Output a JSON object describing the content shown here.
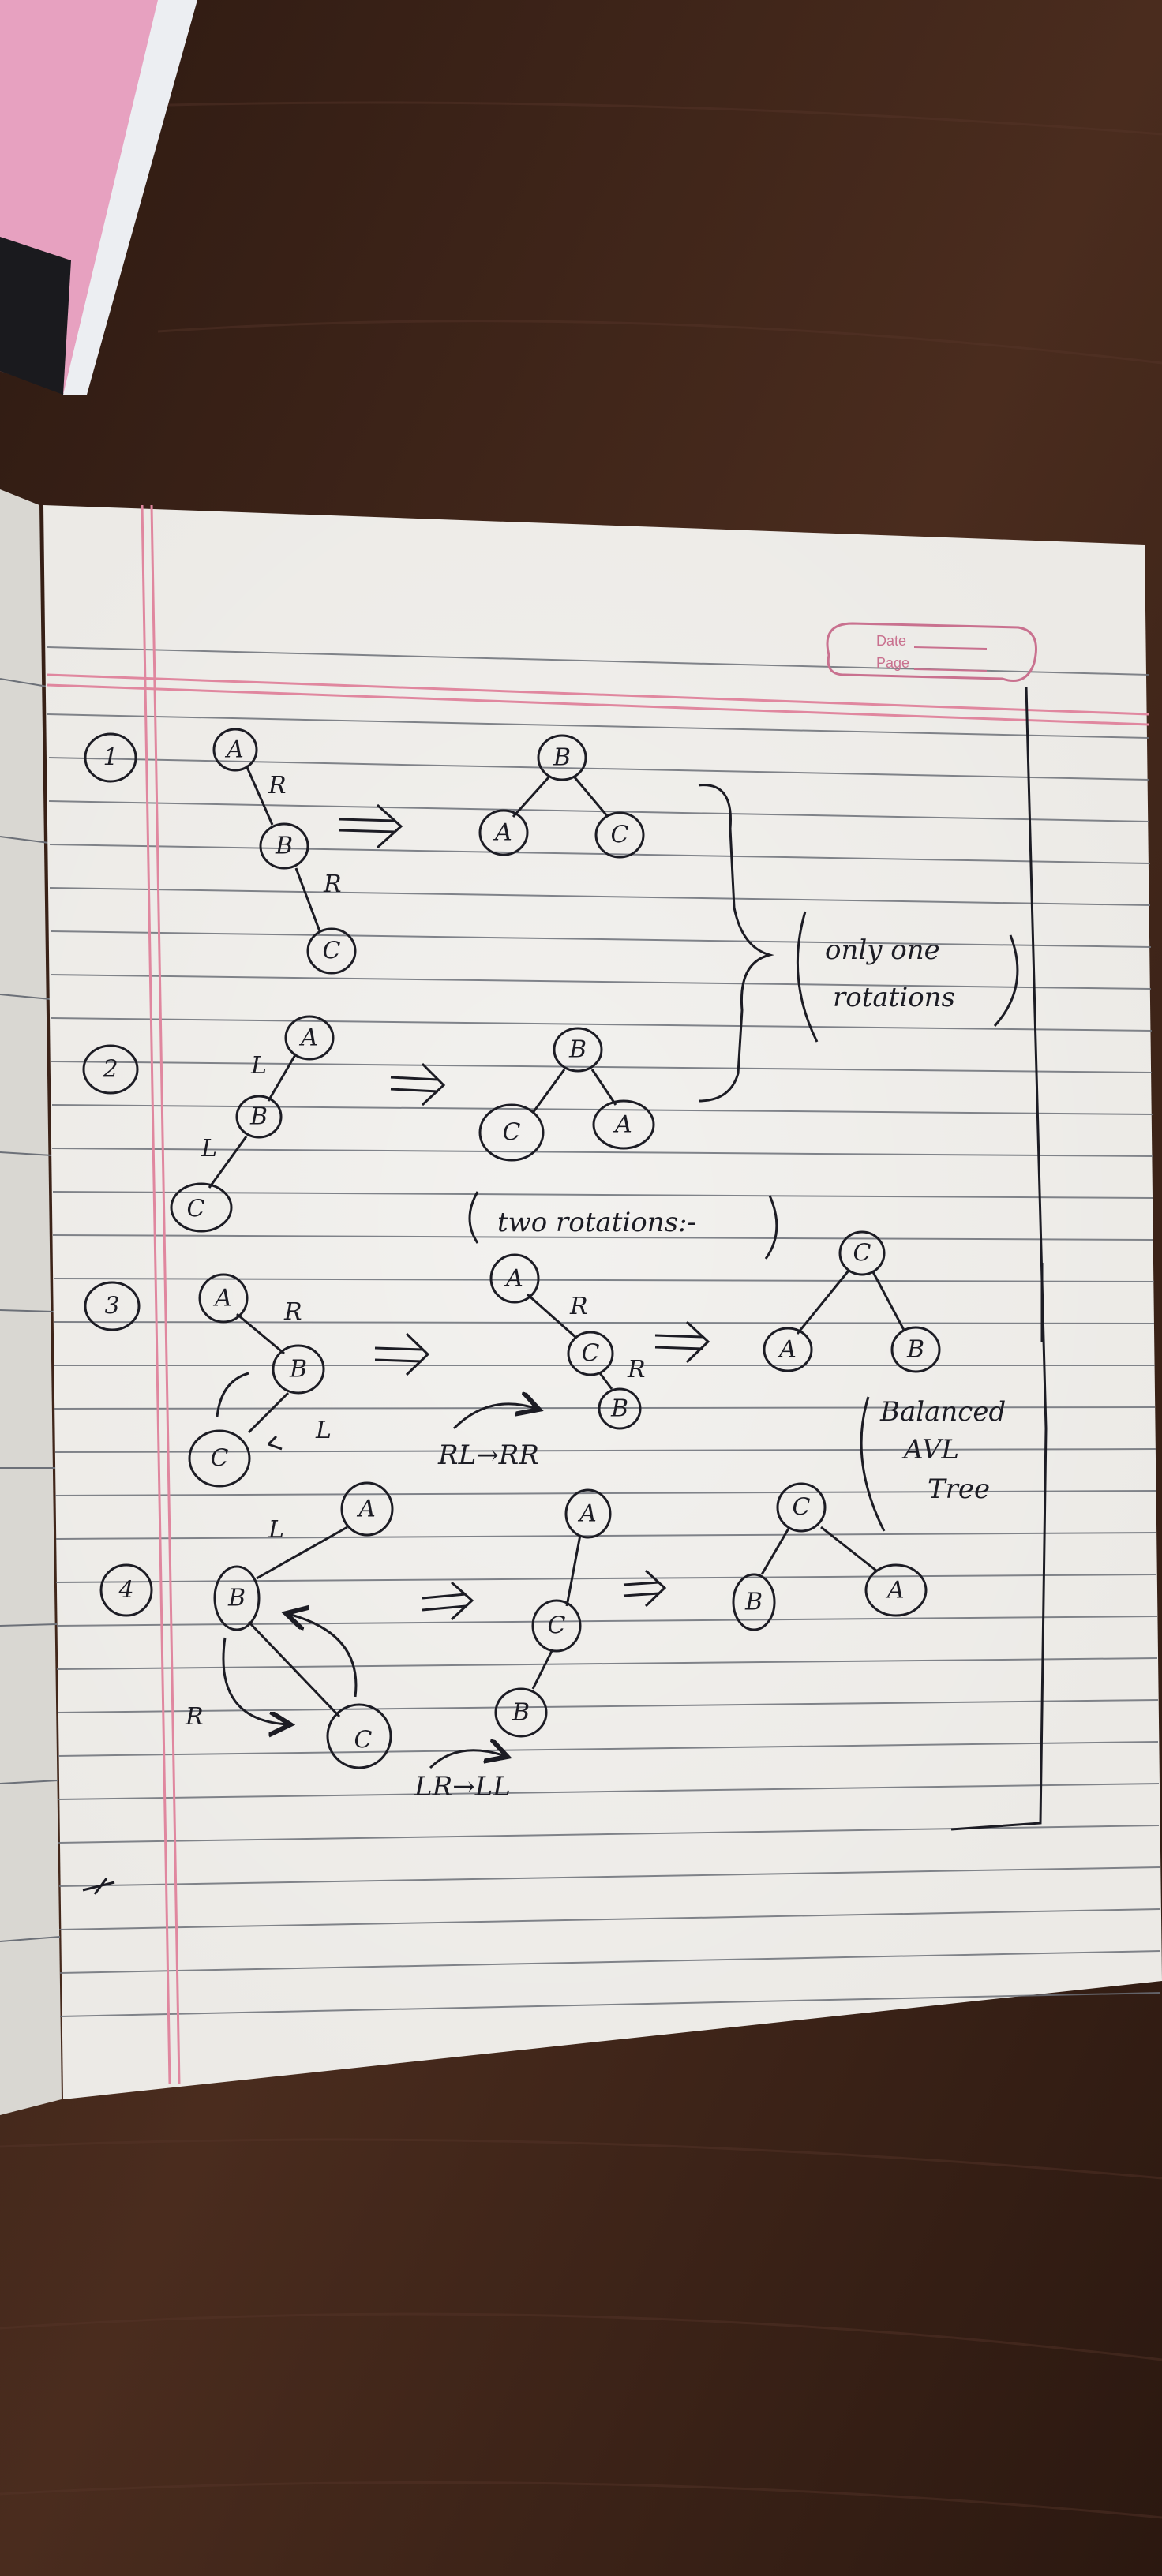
{
  "header": {
    "date_label": "Date",
    "page_label": "Page"
  },
  "colors": {
    "ink": "#1c1c24",
    "desk": "#3b2419",
    "paper": "#eceae6",
    "rule_line": "#6c7078",
    "margin_line": "#e0879f",
    "notebook_pink": "#e7a1c0"
  },
  "examples": [
    {
      "number": "1",
      "before": {
        "nodes": [
          "A",
          "B",
          "C"
        ],
        "edge_labels": [
          "R",
          "R"
        ]
      },
      "after": {
        "root": "B",
        "left": "A",
        "right": "C"
      }
    },
    {
      "number": "2",
      "before": {
        "nodes": [
          "A",
          "B",
          "C"
        ],
        "edge_labels": [
          "L",
          "L"
        ]
      },
      "after": {
        "root": "B",
        "left": "C",
        "right": "A"
      }
    },
    {
      "number": "3",
      "before": {
        "nodes": [
          "A",
          "B",
          "C"
        ],
        "edge_labels": [
          "R",
          "L"
        ]
      },
      "middle": {
        "nodes": [
          "A",
          "C",
          "B"
        ],
        "edge_labels": [
          "R",
          "R"
        ]
      },
      "conversion": "RL→RR",
      "after": {
        "root": "C",
        "left": "A",
        "right": "B"
      }
    },
    {
      "number": "4",
      "before": {
        "nodes": [
          "A",
          "B",
          "C"
        ],
        "edge_labels": [
          "L",
          "R"
        ]
      },
      "middle": {
        "nodes": [
          "A",
          "C",
          "B"
        ]
      },
      "conversion": "LR→LL",
      "after": {
        "root": "C",
        "left": "B",
        "right": "A"
      }
    }
  ],
  "notes": {
    "single": [
      "only one",
      "rotations"
    ],
    "double": "two rotations:-",
    "balanced": [
      "Balanced",
      "AVL",
      "Tree"
    ]
  }
}
